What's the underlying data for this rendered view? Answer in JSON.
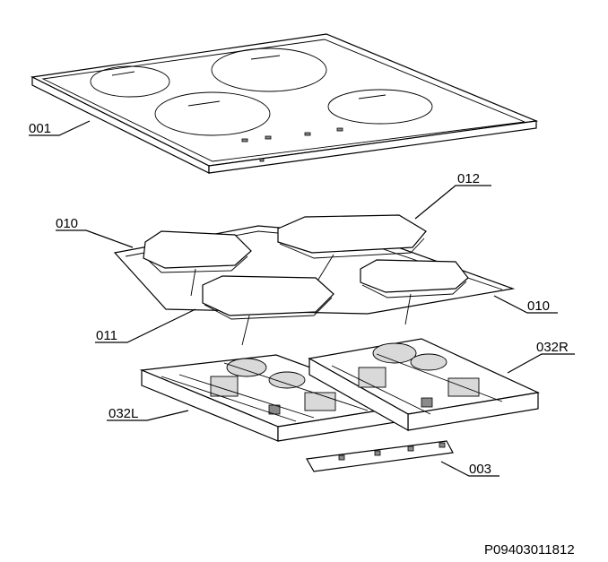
{
  "labels": {
    "glass_top": "001",
    "coil_large": "012",
    "coil_left": "010",
    "coil_right": "010",
    "coil_mount": "011",
    "module_right": "032R",
    "module_left": "032L",
    "control_board": "003"
  },
  "drawing_code": "P09403011812"
}
